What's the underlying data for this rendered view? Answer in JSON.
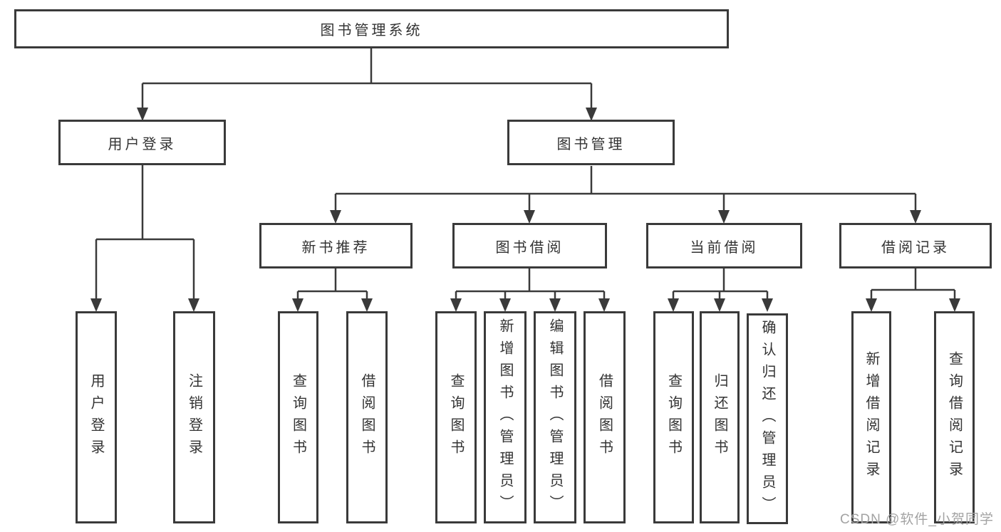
{
  "diagram": {
    "type": "hierarchy-tree",
    "nodes": {
      "root": "图书管理系统",
      "user_login_group": "用户登录",
      "book_mgmt_group": "图书管理",
      "new_books": "新书推荐",
      "book_borrow": "图书借阅",
      "current_borrow": "当前借阅",
      "borrow_records": "借阅记录",
      "leaf_user_login": "用户登录",
      "leaf_logout": "注销登录",
      "leaf_nb_query": "查询图书",
      "leaf_nb_borrow": "借阅图书",
      "leaf_bb_query": "查询图书",
      "leaf_bb_add": "新增图书（管理员）",
      "leaf_bb_edit": "编辑图书（管理员）",
      "leaf_bb_borrow": "借阅图书",
      "leaf_cb_query": "查询图书",
      "leaf_cb_return": "归还图书",
      "leaf_cb_confirm": "确认归还（管理员）",
      "leaf_br_add": "新增借阅记录",
      "leaf_br_query": "查询借阅记录"
    },
    "edges": [
      [
        "root",
        "user_login_group"
      ],
      [
        "root",
        "book_mgmt_group"
      ],
      [
        "user_login_group",
        "leaf_user_login"
      ],
      [
        "user_login_group",
        "leaf_logout"
      ],
      [
        "book_mgmt_group",
        "new_books"
      ],
      [
        "book_mgmt_group",
        "book_borrow"
      ],
      [
        "book_mgmt_group",
        "current_borrow"
      ],
      [
        "book_mgmt_group",
        "borrow_records"
      ],
      [
        "new_books",
        "leaf_nb_query"
      ],
      [
        "new_books",
        "leaf_nb_borrow"
      ],
      [
        "book_borrow",
        "leaf_bb_query"
      ],
      [
        "book_borrow",
        "leaf_bb_add"
      ],
      [
        "book_borrow",
        "leaf_bb_edit"
      ],
      [
        "book_borrow",
        "leaf_bb_borrow"
      ],
      [
        "current_borrow",
        "leaf_cb_query"
      ],
      [
        "current_borrow",
        "leaf_cb_return"
      ],
      [
        "current_borrow",
        "leaf_cb_confirm"
      ],
      [
        "borrow_records",
        "leaf_br_add"
      ],
      [
        "borrow_records",
        "leaf_br_query"
      ]
    ]
  },
  "watermark": "CSDN @软件_小贺同学",
  "colors": {
    "line": "#3a3a3a",
    "text": "#333333",
    "background": "#ffffff",
    "watermark": "#a3a3a3"
  }
}
